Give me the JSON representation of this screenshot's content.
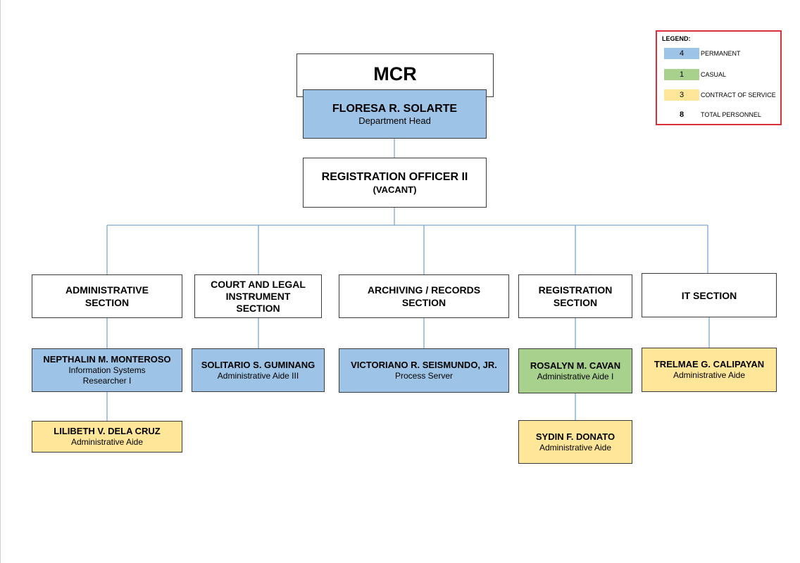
{
  "chart": {
    "title": "MCR",
    "head": {
      "name": "FLORESA R. SOLARTE",
      "position": "Department Head"
    },
    "officer": {
      "title": "REGISTRATION OFFICER II",
      "status": "(VACANT)"
    },
    "sections": [
      {
        "title": "ADMINISTRATIVE\nSECTION",
        "staff": [
          {
            "name": "NEPTHALIN M. MONTEROSO",
            "position": "Information Systems\nResearcher I",
            "type": "permanent"
          },
          {
            "name": "LILIBETH V. DELA CRUZ",
            "position": "Administrative Aide",
            "type": "contract_of_service"
          }
        ]
      },
      {
        "title": "COURT AND LEGAL\nINSTRUMENT\nSECTION",
        "staff": [
          {
            "name": "SOLITARIO S. GUMINANG",
            "position": "Administrative Aide III",
            "type": "permanent"
          }
        ]
      },
      {
        "title": "ARCHIVING / RECORDS\nSECTION",
        "staff": [
          {
            "name": "VICTORIANO R. SEISMUNDO, JR.",
            "position": "Process Server",
            "type": "permanent"
          }
        ]
      },
      {
        "title": "REGISTRATION\nSECTION",
        "staff": [
          {
            "name": "ROSALYN M. CAVAN",
            "position": "Administrative Aide I",
            "type": "casual"
          },
          {
            "name": "SYDIN F. DONATO",
            "position": "Administrative Aide",
            "type": "contract_of_service"
          }
        ]
      },
      {
        "title": "IT SECTION",
        "staff": [
          {
            "name": "TRELMAE G. CALIPAYAN",
            "position": "Administrative Aide",
            "type": "contract_of_service"
          }
        ]
      }
    ]
  },
  "legend": {
    "title": "LEGEND:",
    "items": [
      {
        "count": "4",
        "label": "PERMANENT",
        "color": "#9dc3e6"
      },
      {
        "count": "1",
        "label": "CASUAL",
        "color": "#a9d18e"
      },
      {
        "count": "3",
        "label": "CONTRACT OF SERVICE",
        "color": "#ffe699"
      },
      {
        "count": "8",
        "label": "TOTAL PERSONNEL",
        "color": "#ffffff"
      }
    ]
  },
  "colors": {
    "permanent": "#9dc3e6",
    "casual": "#a9d18e",
    "contract_of_service": "#ffe699",
    "connector": "#7aa6d6",
    "legend_border": "#d9303a"
  }
}
